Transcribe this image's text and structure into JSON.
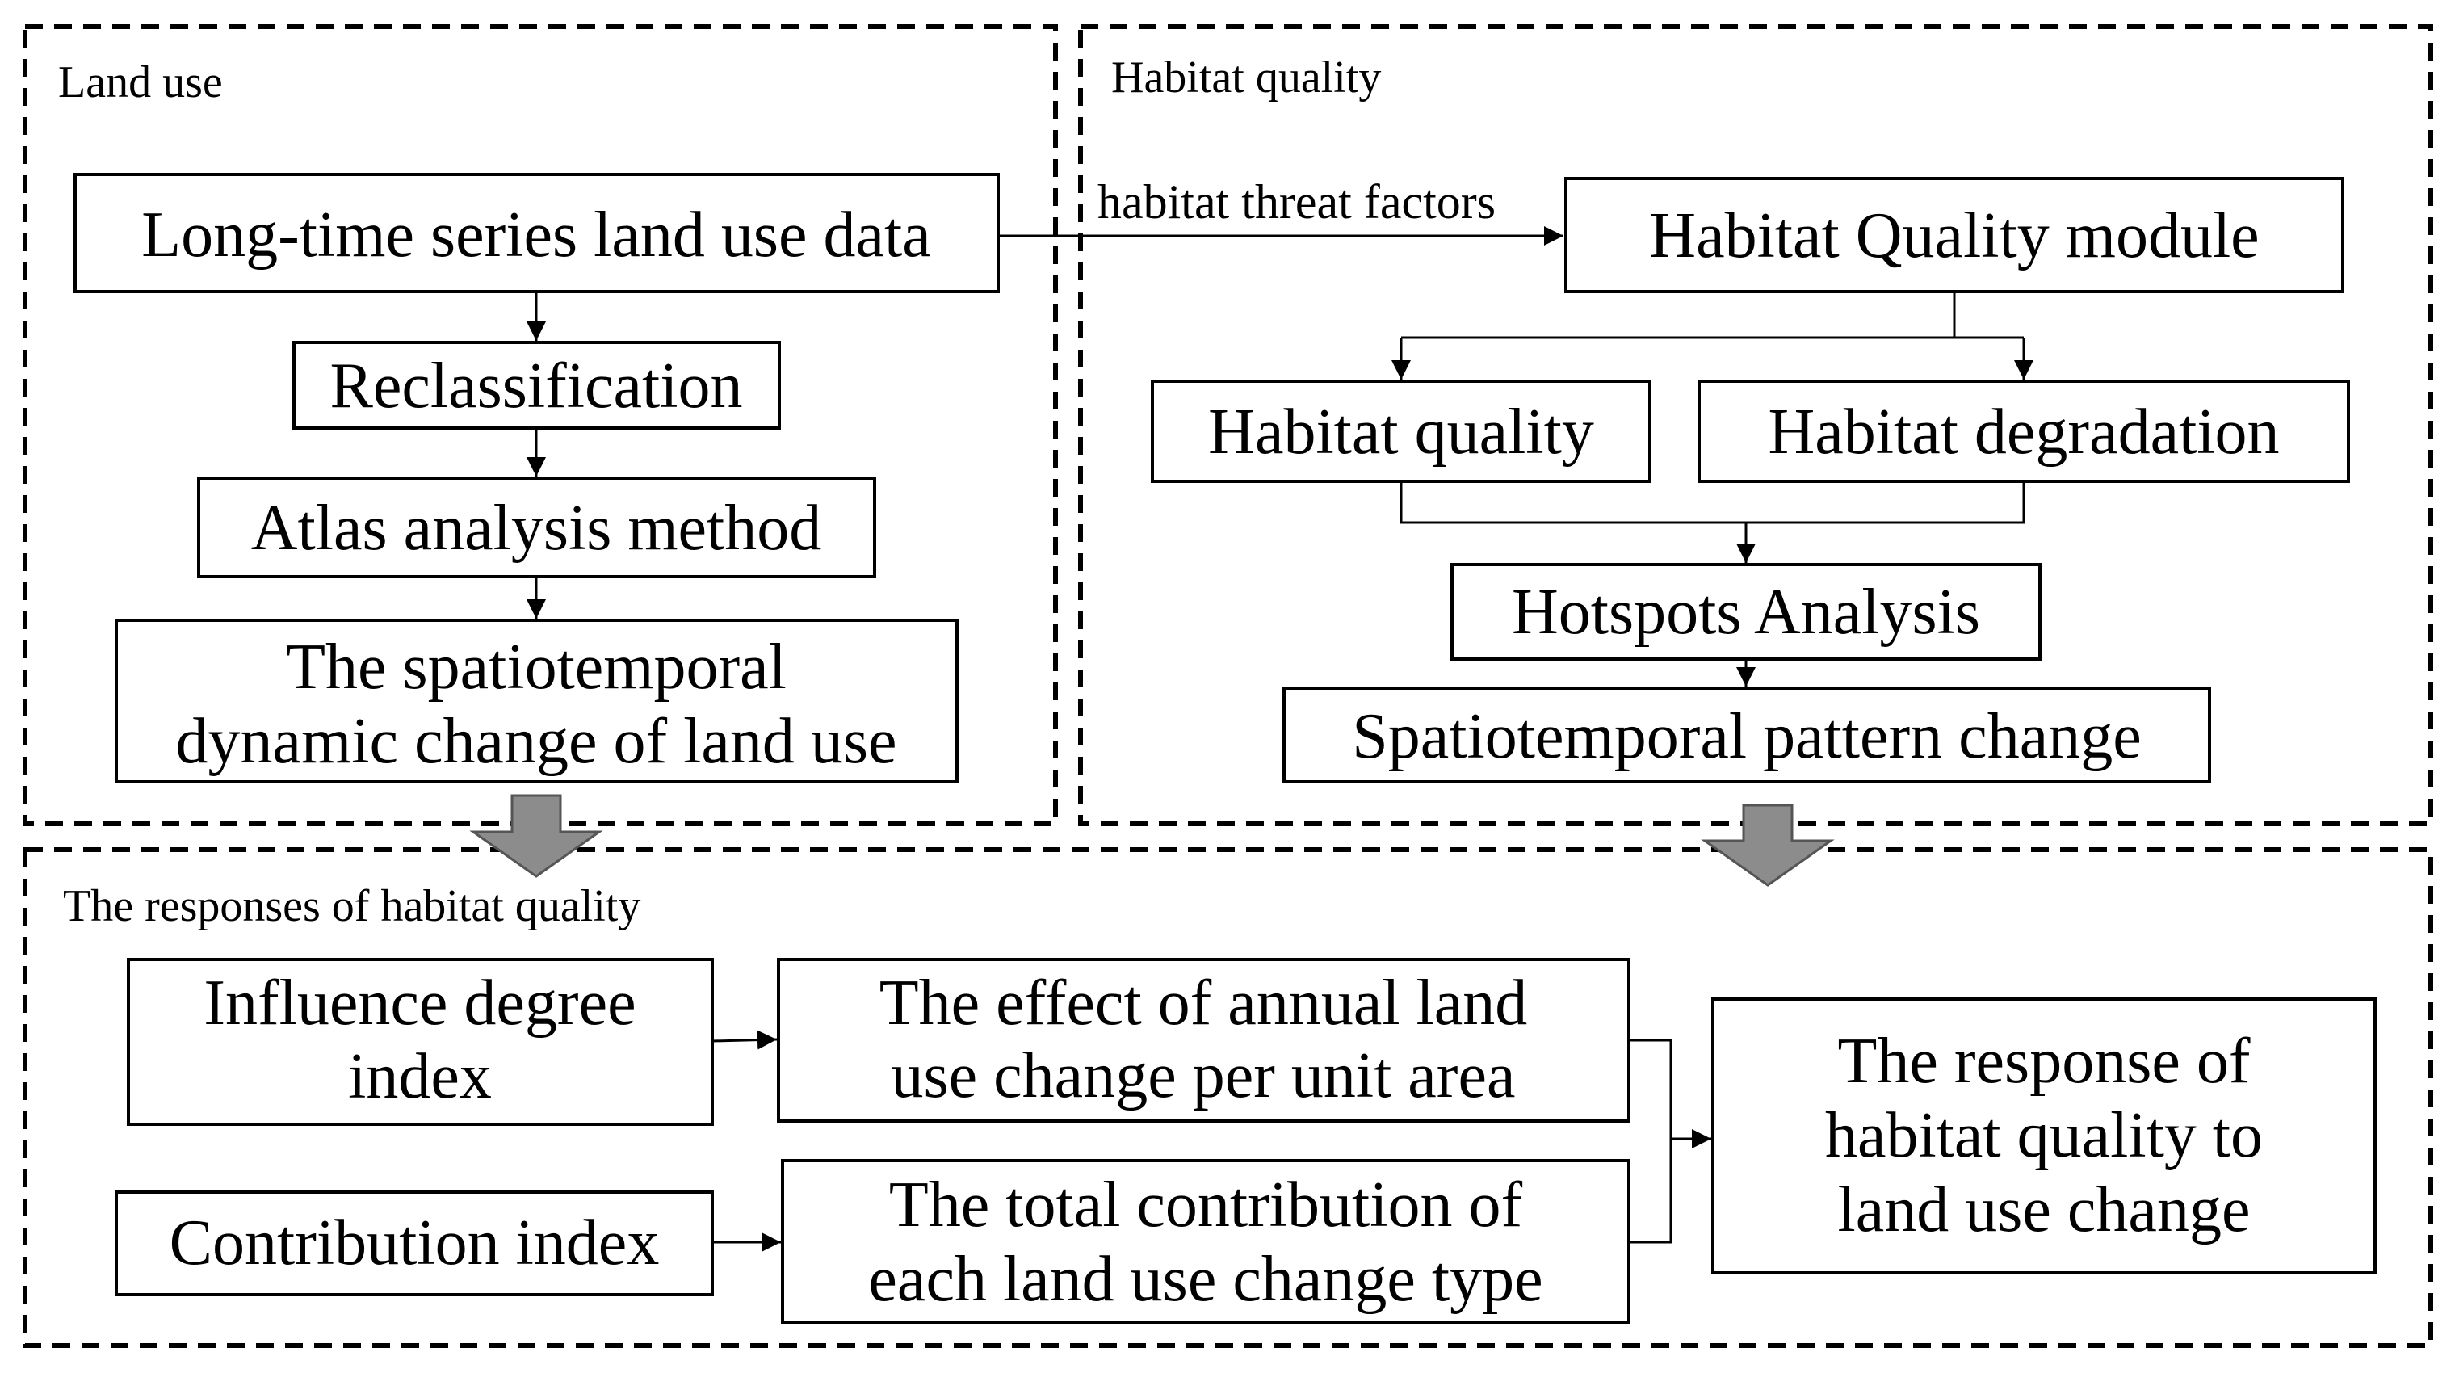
{
  "regions": {
    "land_use": "Land use",
    "habitat_quality": "Habitat quality",
    "responses": "The responses of habitat quality"
  },
  "nodes": {
    "long_time_series": "Long-time series land use data",
    "reclassification": "Reclassification",
    "atlas": "Atlas analysis method",
    "spatiotemporal_dynamic": [
      "The spatiotemporal",
      "dynamic change of land use"
    ],
    "hq_module": "Habitat Quality module",
    "habitat_quality": "Habitat quality",
    "habitat_degradation": "Habitat degradation",
    "hotspots": "Hotspots Analysis",
    "pattern_change": "Spatiotemporal pattern change",
    "influence_index": [
      "Influence degree",
      "index"
    ],
    "contribution_index": "Contribution index",
    "effect_annual": [
      "The effect of annual land",
      "use change per unit area"
    ],
    "total_contribution": [
      "The total contribution of",
      "each land use change type"
    ],
    "response": [
      "The response of",
      "habitat quality to",
      "land use change"
    ]
  },
  "edges": {
    "threat_factors": "habitat threat factors"
  },
  "colors": {
    "line": "#000000",
    "block_arrow_fill": "#8c8c8c",
    "block_arrow_stroke": "#555555"
  }
}
